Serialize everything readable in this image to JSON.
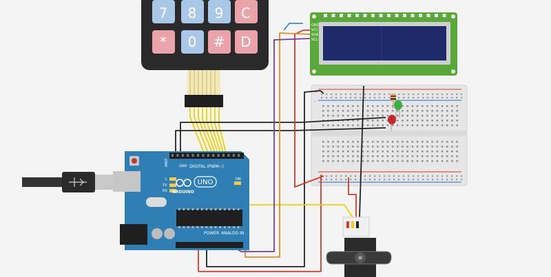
{
  "keypad": {
    "row3": [
      "7",
      "8",
      "9",
      "C"
    ],
    "row4": [
      "*",
      "0",
      "#",
      "D"
    ],
    "row3_partial": "7"
  },
  "arduino": {
    "brand": "ARDUINO",
    "model": "UNO",
    "digital_label": "DIGITAL (PWM~)",
    "power_label": "POWER",
    "analog_label": "ANALOG IN",
    "aref": "AREF",
    "gnd": "GND",
    "l_label": "L",
    "tx_label": "TX",
    "rx_label": "RX",
    "on_label": "ON"
  },
  "lcd": {
    "pins": [
      "GND",
      "VCC",
      "SDA",
      "SCL"
    ]
  },
  "breadboard": {
    "plus": "+",
    "minus": "-"
  },
  "colors": {
    "arduino_board": "#2f7fb4",
    "lcd_green": "#5aa83a",
    "lcd_screen": "#1e2a6a",
    "keypad_frame": "#2a2a2a",
    "key_blue": "#a9c7e6",
    "key_red": "#e9a3a9",
    "breadboard": "#e8e8e8",
    "wire_red": "#d93a2b",
    "wire_black": "#222222",
    "wire_yellow": "#f2d000",
    "wire_orange": "#f08a1c",
    "wire_purple": "#6b3fa0",
    "wire_blue": "#2b8fd0"
  }
}
